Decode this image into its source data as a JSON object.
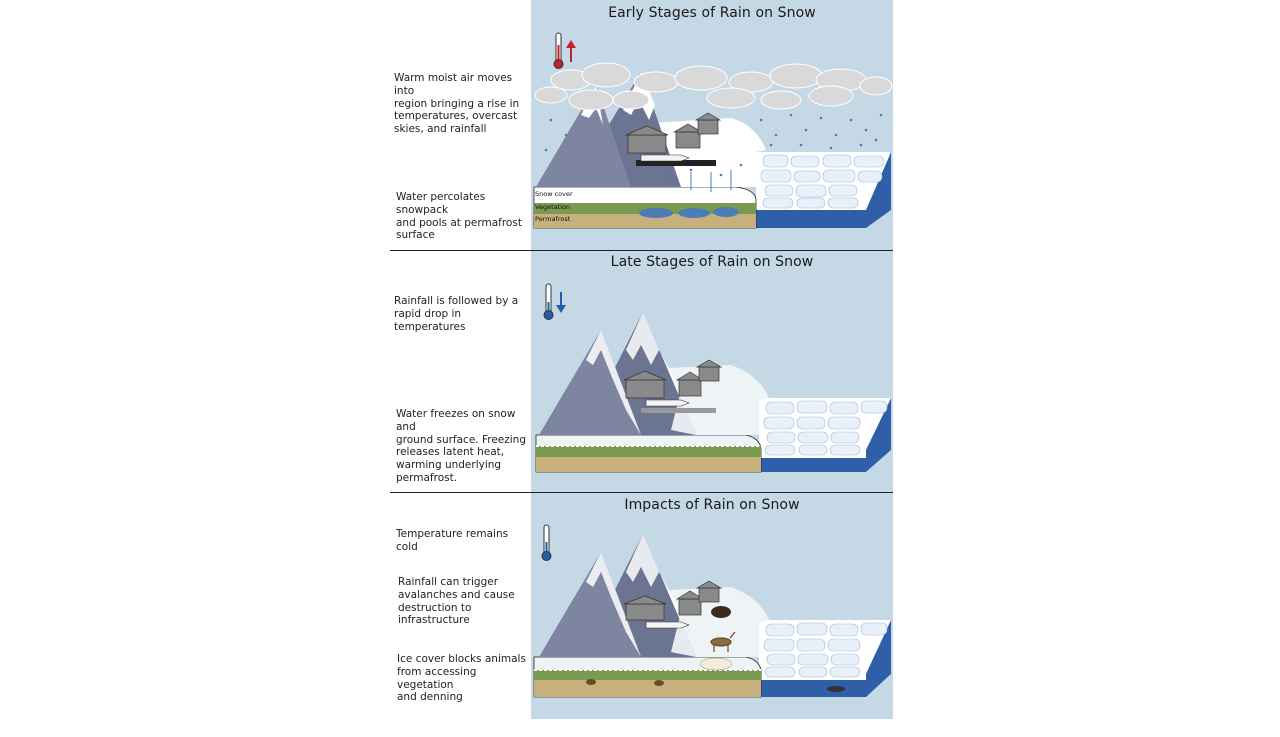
{
  "panels": [
    {
      "title": "Early Stages of Rain on Snow",
      "thermometer": "thermometer-rising",
      "notes": [
        "Warm moist air moves into\nregion bringing a rise in\ntemperatures, overcast\nskies, and rainfall",
        "Water percolates snowpack\nand pools at permafrost\nsurface"
      ],
      "layers": [
        "Snow cover",
        "Vegetation",
        "Permafrost"
      ]
    },
    {
      "title": "Late Stages of Rain on Snow",
      "thermometer": "thermometer-falling",
      "notes": [
        "Rainfall is followed by a\nrapid drop in temperatures",
        "Water freezes on snow and\nground surface. Freezing\nreleases latent heat,\nwarming underlying\npermafrost."
      ]
    },
    {
      "title": "Impacts of Rain on Snow",
      "thermometer": "thermometer-cold",
      "notes": [
        "Temperature remains cold",
        "Rainfall can trigger\navalanches and cause\ndestruction to\ninfrastructure",
        "Ice cover blocks animals\nfrom accessing vegetation\nand denning"
      ]
    }
  ],
  "colors": {
    "sky": "#c5d8e6",
    "mountain": "#6b7491",
    "snow": "#ffffff",
    "vegetation": "#7a9a4f",
    "permafrost": "#c7b07c",
    "sea": "#2f5fa8",
    "pool": "#4a7db8",
    "thermo_warm": "#c8202a",
    "thermo_cold": "#1f5fa8"
  }
}
